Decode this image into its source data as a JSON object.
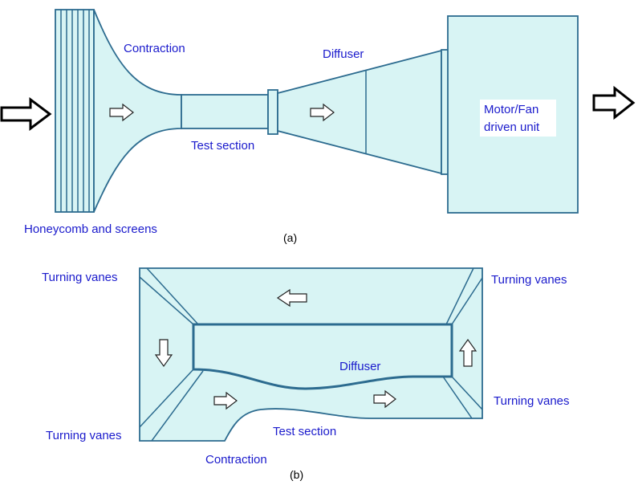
{
  "figure_a": {
    "caption": "(a)",
    "labels": {
      "contraction": "Contraction",
      "diffuser": "Diffuser",
      "test_section": "Test section",
      "honeycomb": "Honeycomb and screens",
      "motor_line1": "Motor/Fan",
      "motor_line2": "driven unit"
    }
  },
  "figure_b": {
    "caption": "(b)",
    "labels": {
      "turning_vanes_top_left": "Turning vanes",
      "turning_vanes_top_right": "Turning vanes",
      "turning_vanes_bottom_left": "Turning vanes",
      "turning_vanes_bottom_right": "Turning vanes",
      "diffuser": "Diffuser",
      "test_section": "Test section",
      "contraction": "Contraction"
    }
  },
  "colors": {
    "duct_fill": "#d8f4f4",
    "outline": "#2c6b8f",
    "label_text": "#1a1acc"
  }
}
